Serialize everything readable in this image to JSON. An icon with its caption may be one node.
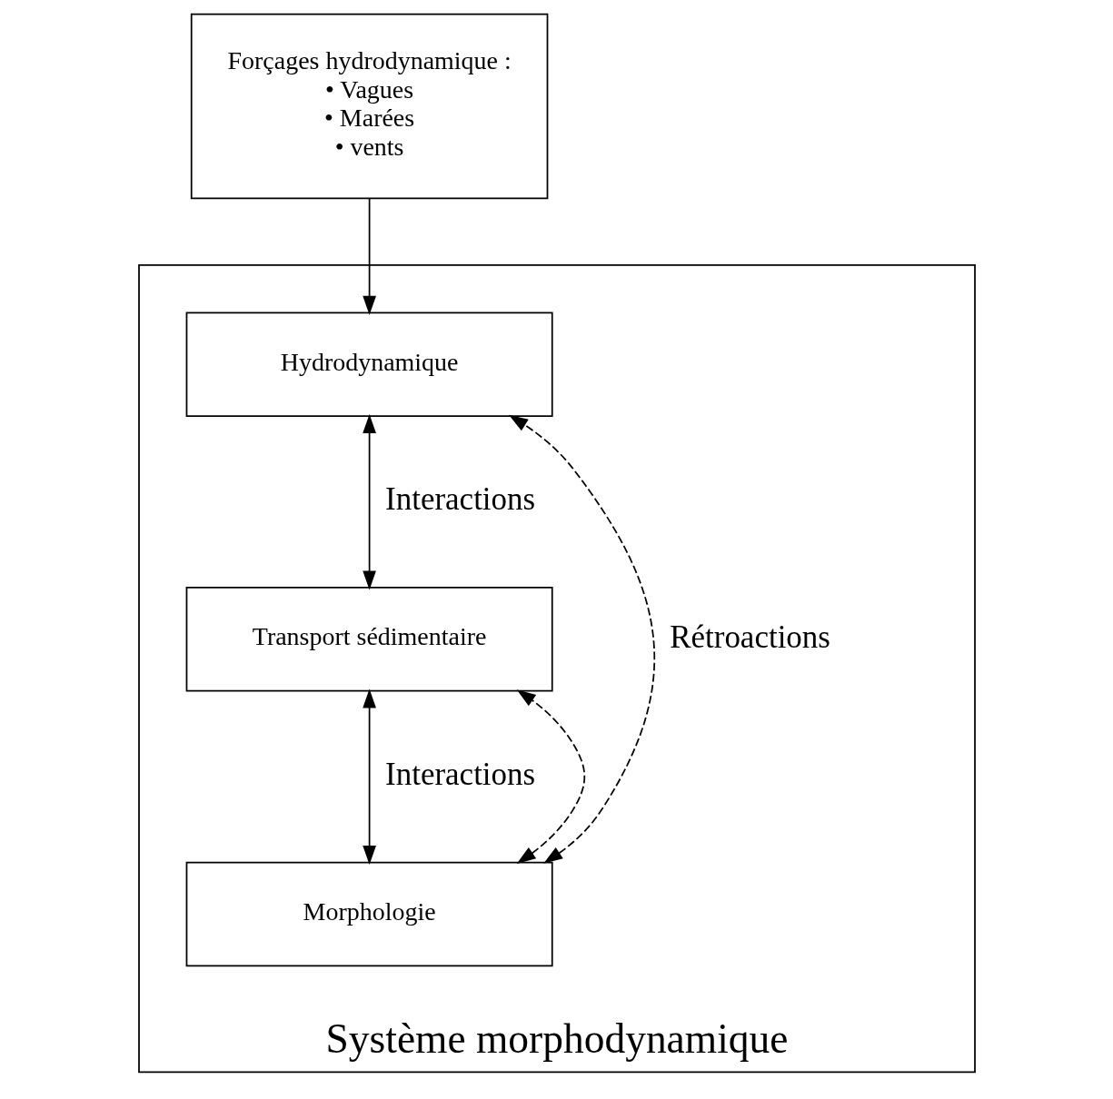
{
  "diagram": {
    "nodes": [
      {
        "text": [
          "Forçages hydrodynamique :",
          "• Vagues",
          "• Marées",
          "• vents"
        ]
      },
      {
        "text": [
          "Système morphodynamique"
        ]
      },
      {
        "text": [
          "Hydrodynamique"
        ],
        "in": 1
      },
      {
        "text": [
          "Transport sédimentaire"
        ],
        "in": 1
      },
      {
        "text": [
          "Morphologie"
        ],
        "in": 1
      }
    ],
    "edges": [
      {
        "from": 0,
        "to": 2,
        "arrow": "to"
      },
      {
        "from": 2,
        "to": 3,
        "arrow": "both",
        "label": "Interactions"
      },
      {
        "from": 3,
        "to": 4,
        "arrow": "both",
        "label": "Interactions"
      },
      {
        "from": 4,
        "to": 2,
        "arrow": "both",
        "style": "dashed",
        "label": "Rétroactions"
      },
      {
        "from": 4,
        "to": 3,
        "arrow": "both",
        "style": "dashed"
      }
    ]
  }
}
